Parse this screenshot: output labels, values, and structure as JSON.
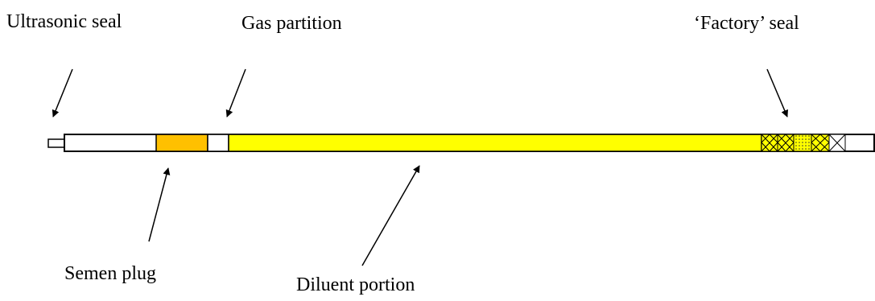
{
  "labels": {
    "ultrasonic_seal": "Ultrasonic seal",
    "gas_partition": "Gas partition",
    "factory_seal": "‘Factory’ seal",
    "semen_plug": "Semen plug",
    "diluent_portion": "Diluent portion"
  },
  "colors": {
    "semen_plug": "#FFC000",
    "diluent": "#FFFF00",
    "outline": "#000000",
    "background": "#FFFFFF"
  }
}
